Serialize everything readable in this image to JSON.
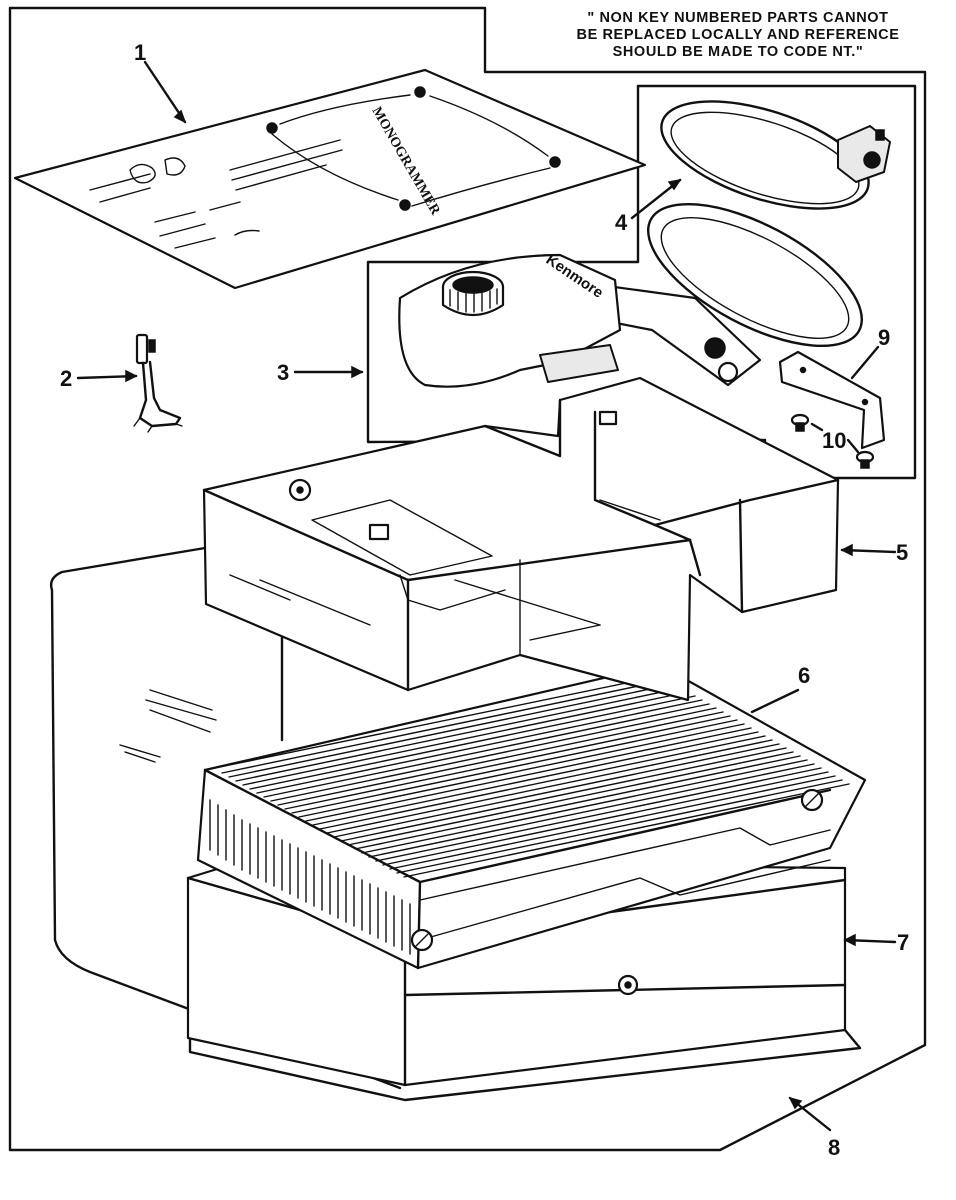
{
  "note": {
    "lines": [
      "\" NON KEY NUMBERED PARTS CANNOT",
      "BE REPLACED LOCALLY AND REFERENCE",
      "SHOULD BE MADE TO CODE NT.\""
    ]
  },
  "callouts": {
    "c1": "1",
    "c2": "2",
    "c3": "3",
    "c4": "4",
    "c5": "5",
    "c6": "6",
    "c7": "7",
    "c8": "8",
    "c9": "9",
    "c10": "10"
  },
  "instruction_sheet": {
    "title": "MONOGRAMMER"
  },
  "attachment": {
    "brand": "Kenmore"
  },
  "colors": {
    "ink": "#111111",
    "paper": "#ffffff"
  }
}
